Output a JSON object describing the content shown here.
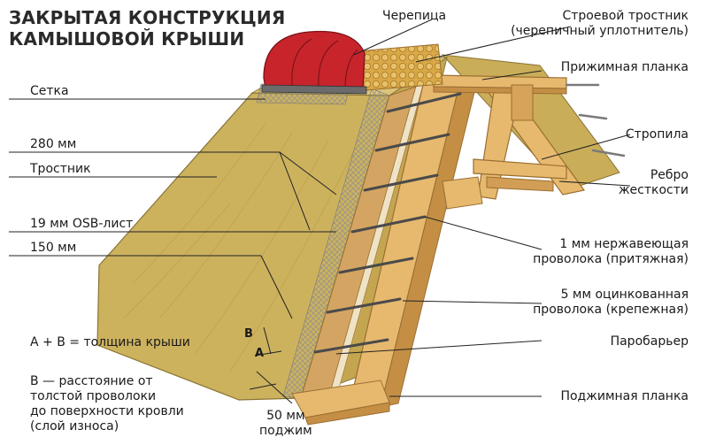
{
  "title": {
    "line1": "ЗАКРЫТАЯ КОНСТРУКЦИЯ",
    "line2": "КАМЫШОВОЙ КРЫШИ"
  },
  "labels": {
    "cherepitsa": "Черепица",
    "stroevoy_line1": "Строевой тростник",
    "stroevoy_line2": "(черепичный уплотнитель)",
    "prizhimnaya": "Прижимная планка",
    "setka": "Сетка",
    "thickness_280": "280 мм",
    "stropila": "Стропила",
    "trostnik": "Тростник",
    "rebro_line1": "Ребро",
    "rebro_line2": "жесткости",
    "osb": "19 мм OSB-лист",
    "thickness_150": "150 мм",
    "wire1_line1": "1 мм нержавеющая",
    "wire1_line2": "проволока (притяжная)",
    "wire5_line1": "5 мм оцинкованная",
    "wire5_line2": "проволока (крепежная)",
    "parobarier": "Паробарьер",
    "formula": "A + B = толщина крыши",
    "b_desc_line1": "B — расстояние от",
    "b_desc_line2": "толстой проволоки",
    "b_desc_line3": "до поверхности кровли",
    "b_desc_line4": "(слой износа)",
    "podzhimnaya": "Поджимная планка",
    "podzhim_line1": "50 мм",
    "podzhim_line2": "поджим",
    "letter_a": "A",
    "letter_b": "B"
  },
  "colors": {
    "thatch": "#cdb25e",
    "thatch_dark": "#b99b47",
    "timber": "#e7b96e",
    "timber_dark": "#c48f45",
    "tile": "#c8242c",
    "mesh": "#9a9a9a",
    "leader": "#222222"
  }
}
